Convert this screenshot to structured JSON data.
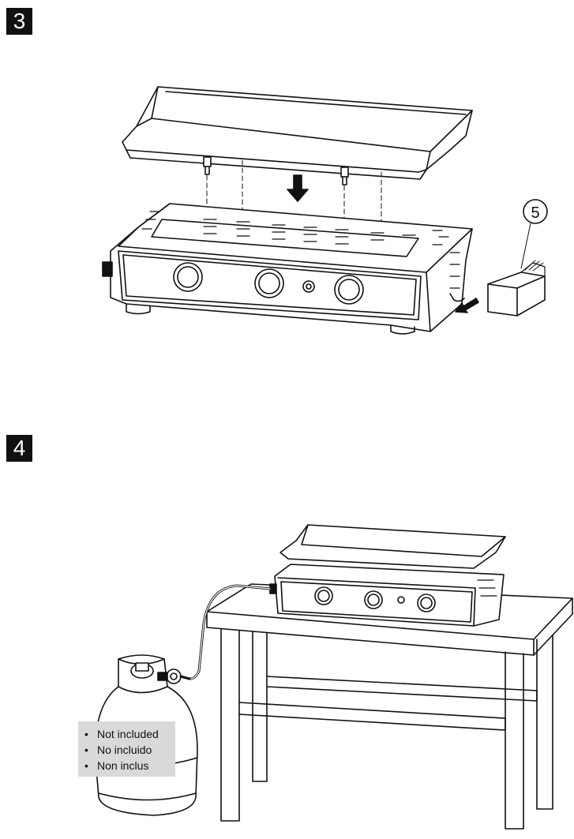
{
  "steps": {
    "step3": {
      "number": "3",
      "callout": "5"
    },
    "step4": {
      "number": "4",
      "notes": [
        "Not included",
        "No incluido",
        "Non inclus"
      ]
    }
  },
  "colors": {
    "ink": "#111111",
    "paper": "#ffffff",
    "note_bg": "#d9d9d9"
  },
  "icons": [
    "down-arrow-icon",
    "insert-arrow-icon",
    "control-knob-icon",
    "igniter-button-icon"
  ]
}
